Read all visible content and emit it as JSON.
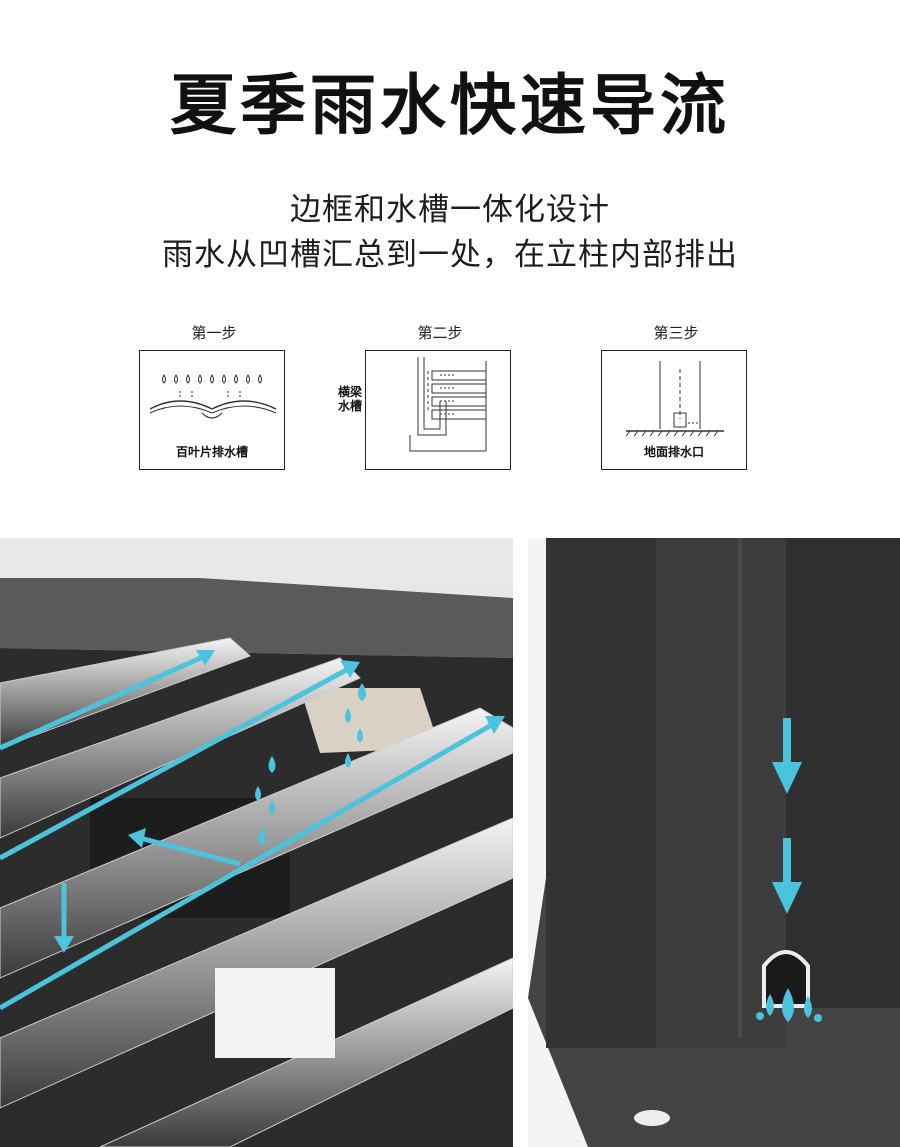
{
  "header": {
    "title": "夏季雨水快速导流",
    "subtitle_line1": "边框和水槽一体化设计",
    "subtitle_line2": "雨水从凹槽汇总到一处，在立柱内部排出"
  },
  "steps": [
    {
      "label": "第一步",
      "caption": "百叶片排水槽",
      "icon": "louver-drainage-diagram"
    },
    {
      "label": "第二步",
      "caption_lines": [
        "横梁",
        "水槽"
      ],
      "icon": "beam-gutter-diagram"
    },
    {
      "label": "第三步",
      "caption": "地面排水口",
      "icon": "ground-outlet-diagram"
    }
  ],
  "photos": [
    {
      "name": "louver-roof-photo",
      "arrow_color": "#4cc3dc"
    },
    {
      "name": "post-outlet-photo",
      "arrow_color": "#4cc3dc"
    }
  ]
}
